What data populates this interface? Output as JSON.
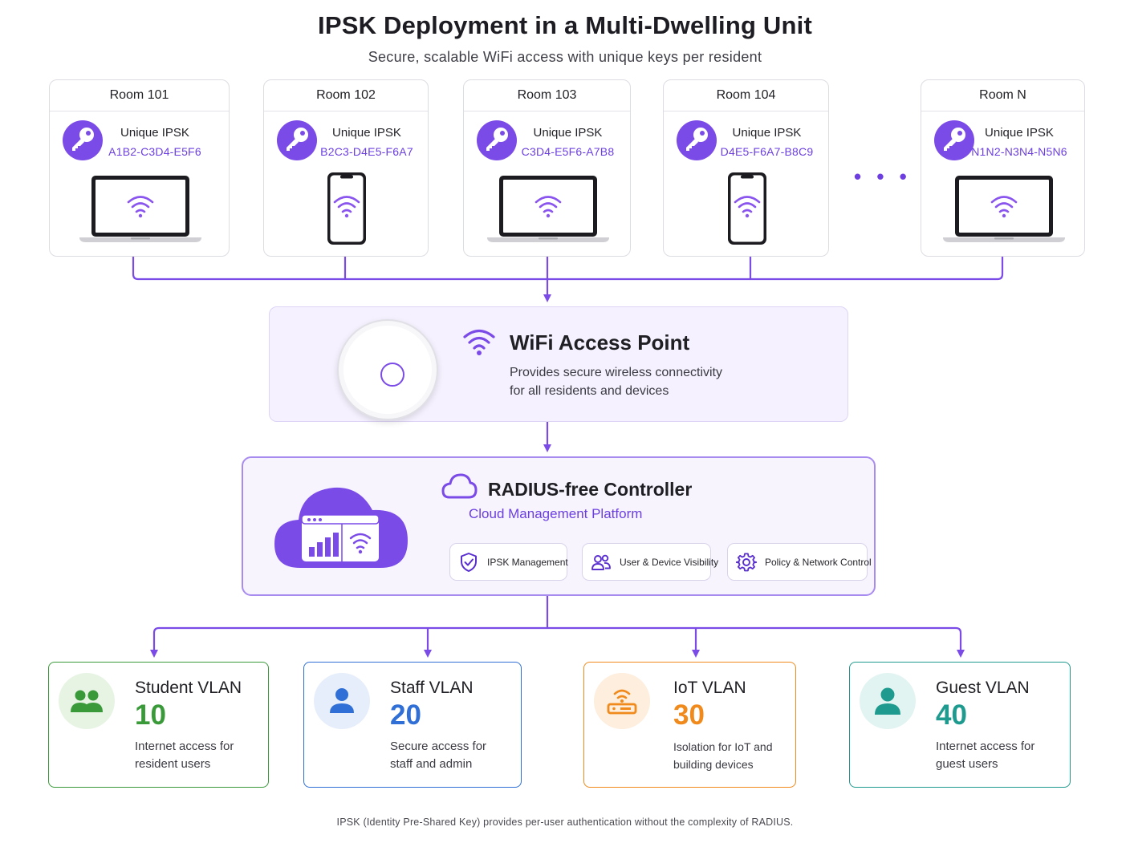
{
  "title": "IPSK Deployment in a Multi-Dwelling Unit",
  "subtitle": "Secure, scalable WiFi access with unique keys per resident",
  "colors": {
    "accent": "#7b4be8",
    "student": "#3a9a3a",
    "staff": "#2f6fd6",
    "iot": "#f08a1c",
    "guest": "#1e9a8e"
  },
  "rooms": [
    {
      "name": "Room 101",
      "key_label": "Unique IPSK",
      "key": "A1B2-C3D4-E5F6",
      "device": "laptop"
    },
    {
      "name": "Room 102",
      "key_label": "Unique IPSK",
      "key": "B2C3-D4E5-F6A7",
      "device": "phone"
    },
    {
      "name": "Room 103",
      "key_label": "Unique IPSK",
      "key": "C3D4-E5F6-A7B8",
      "device": "laptop"
    },
    {
      "name": "Room 104",
      "key_label": "Unique IPSK",
      "key": "D4E5-F6A7-B8C9",
      "device": "phone"
    },
    {
      "name": "Room N",
      "key_label": "Unique IPSK",
      "key": "N1N2-N3N4-N5N6",
      "device": "laptop"
    }
  ],
  "ellipsis": "• • •",
  "access_point": {
    "title": "WiFi Access Point",
    "desc_line1": "Provides secure wireless connectivity",
    "desc_line2": "for all residents and devices"
  },
  "controller": {
    "title": "RADIUS-free Controller",
    "subtitle": "Cloud Management Platform",
    "features": [
      {
        "label": "IPSK Management",
        "icon": "shield-check-icon"
      },
      {
        "label": "User & Device Visibility",
        "icon": "users-icon"
      },
      {
        "label": "Policy & Network Control",
        "icon": "gear-icon"
      }
    ]
  },
  "vlans": [
    {
      "name": "Student VLAN",
      "id": "10",
      "desc_line1": "Internet access for",
      "desc_line2": "resident users",
      "icon": "group-icon"
    },
    {
      "name": "Staff VLAN",
      "id": "20",
      "desc_line1": "Secure access for",
      "desc_line2": "staff and admin",
      "icon": "person-icon"
    },
    {
      "name": "IoT VLAN",
      "id": "30",
      "desc_line1": "Isolation for IoT and",
      "desc_line2": "building devices",
      "icon": "iot-device-icon"
    },
    {
      "name": "Guest VLAN",
      "id": "40",
      "desc_line1": "Internet access for",
      "desc_line2": "guest users",
      "icon": "guest-icon"
    }
  ],
  "footer": "IPSK (Identity Pre-Shared Key) provides per-user authentication without the complexity of RADIUS."
}
